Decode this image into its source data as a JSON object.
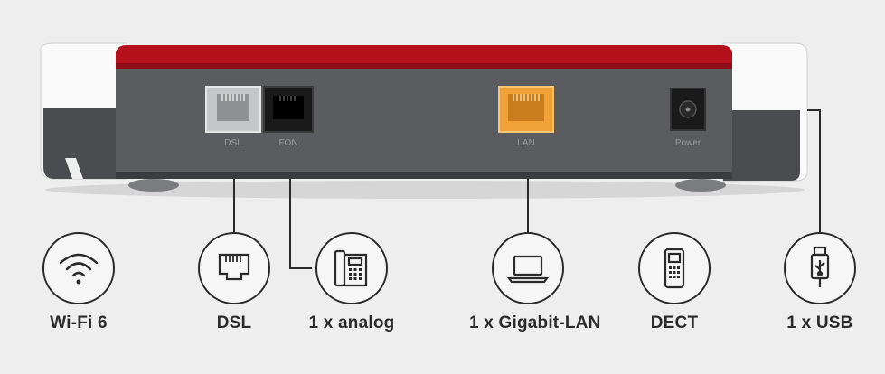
{
  "device": {
    "port_labels": [
      "DSL",
      "FON",
      "LAN",
      "Power"
    ]
  },
  "features": [
    {
      "label": "Wi-Fi 6",
      "icon": "wifi-icon"
    },
    {
      "label": "DSL",
      "icon": "dsl-port-icon"
    },
    {
      "label": "1 x analog",
      "icon": "phone-icon"
    },
    {
      "label": "1 x Gigabit-LAN",
      "icon": "laptop-icon"
    },
    {
      "label": "DECT",
      "icon": "cordless-phone-icon"
    },
    {
      "label": "1 x USB",
      "icon": "usb-icon"
    }
  ],
  "colors": {
    "accent_red": "#b3101c",
    "body_gray": "#5a5c60",
    "lan_port": "#f0a236",
    "background": "#eeeeee"
  }
}
